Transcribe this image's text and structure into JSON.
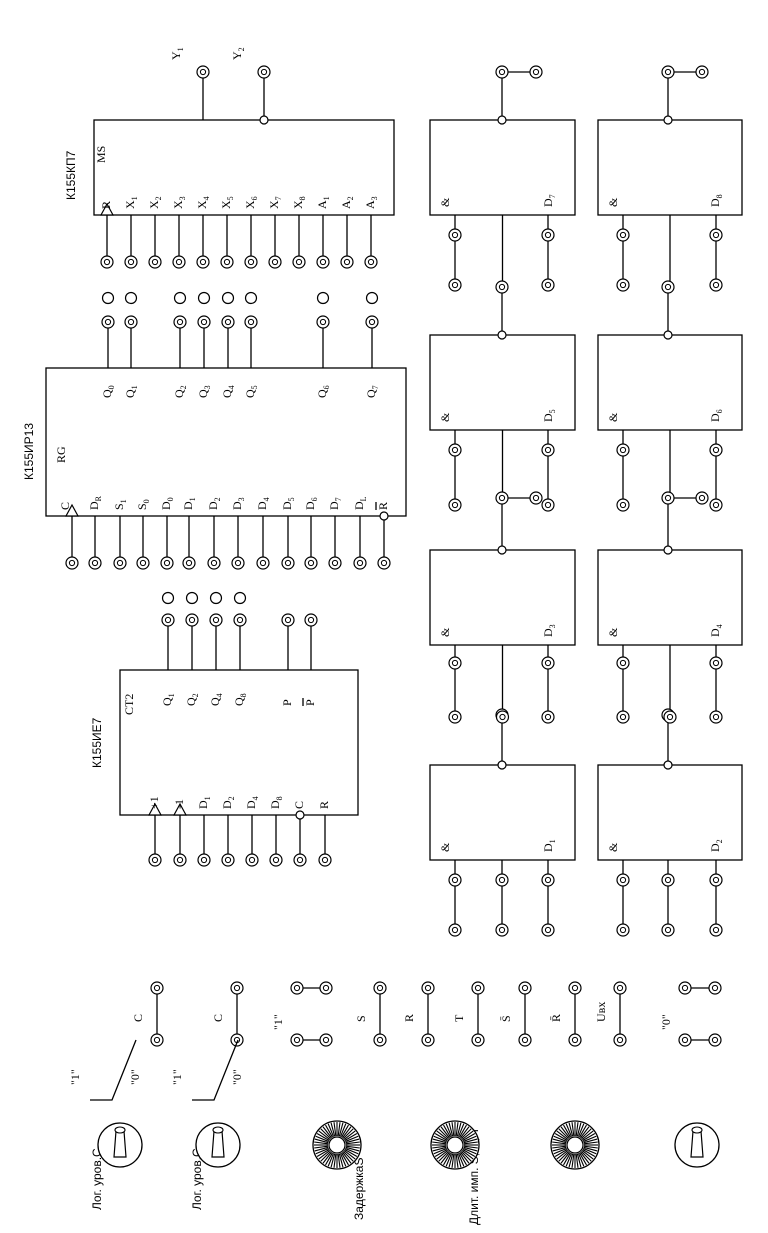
{
  "chips": {
    "ie7": {
      "name": "К155ИЕ7",
      "type": "CT2",
      "inputs": [
        "+1",
        "-1",
        "D1",
        "D2",
        "D4",
        "D8",
        "C",
        "R"
      ],
      "outputs": [
        "Q1",
        "Q2",
        "Q4",
        "Q8",
        "P",
        "P̄"
      ]
    },
    "ir13": {
      "name": "К155ИР13",
      "type": "RG",
      "clock": "C",
      "inputs": [
        "DR",
        "S1",
        "S0",
        "D0",
        "D1",
        "D2",
        "D3",
        "D4",
        "D5",
        "D6",
        "D7",
        "DL",
        "R̄"
      ],
      "outputs": [
        "Q0",
        "Q1",
        "Q2",
        "Q3",
        "Q4",
        "Q5",
        "Q6",
        "Q7"
      ]
    },
    "kp7": {
      "name": "К155КП7",
      "type": "MS",
      "inputs": [
        "R",
        "X1",
        "X2",
        "X3",
        "X4",
        "X5",
        "X6",
        "X7",
        "X8",
        "A1",
        "A2",
        "A3"
      ],
      "outputs": [
        "Y1",
        "Y2"
      ]
    }
  },
  "gates": {
    "symbol": "&",
    "labels": [
      "D1",
      "D2",
      "D3",
      "D4",
      "D5",
      "D6",
      "D7",
      "D8"
    ]
  },
  "controls": {
    "switch_labels": [
      "Лог. уров.С",
      "Лог. уров.С"
    ],
    "knob_labels": [
      "ЗадержкаS",
      "Длит. имп. S, R, T"
    ],
    "level_one": "\"1\"",
    "level_zero": "\"0\"",
    "signals": [
      "C",
      "C",
      "S",
      "R",
      "T",
      "S̄",
      "R̄",
      "Uвх"
    ]
  }
}
